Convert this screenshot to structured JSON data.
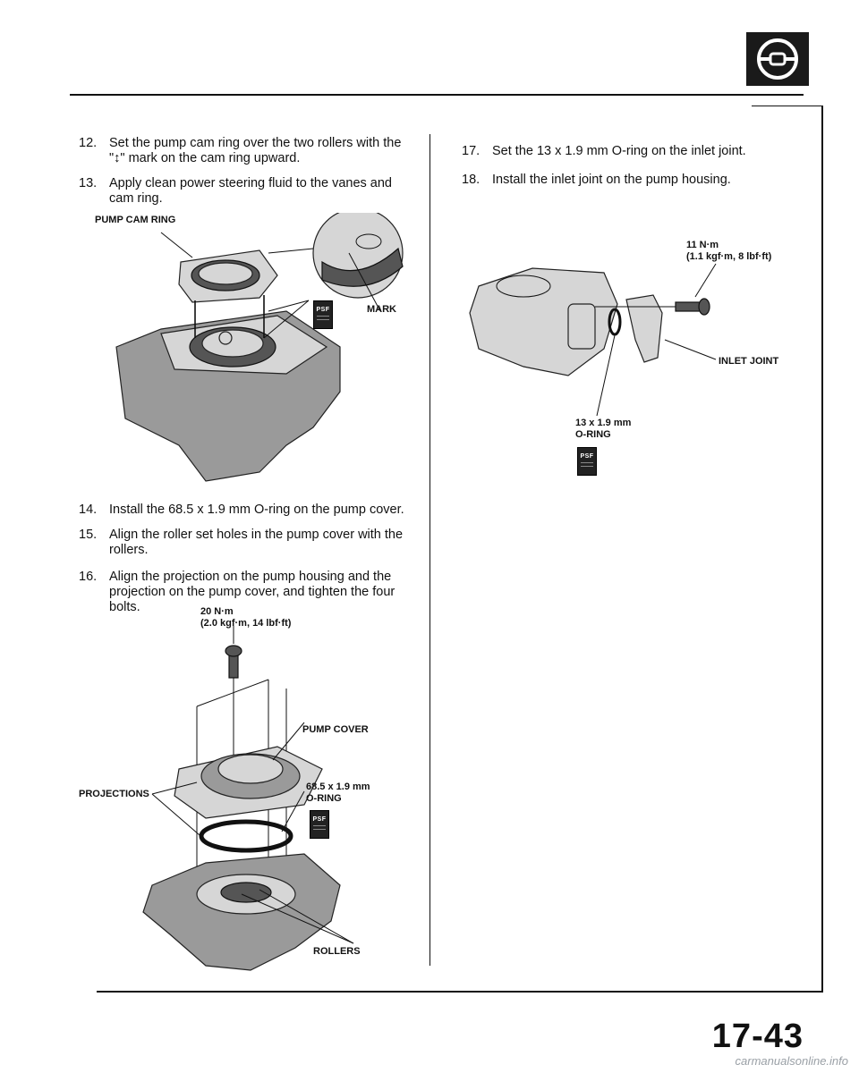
{
  "steps_left_top": [
    {
      "num": "12.",
      "lines": [
        "Set the pump cam ring over the two rollers with the",
        "\"↕\" mark on the cam ring upward."
      ]
    },
    {
      "num": "13.",
      "lines": [
        "Apply clean power steering fluid to the vanes and",
        "cam ring."
      ]
    }
  ],
  "steps_left_mid": [
    {
      "num": "14.",
      "lines": [
        "Install the 68.5 x 1.9 mm O-ring on the pump cover."
      ]
    },
    {
      "num": "15.",
      "lines": [
        "Align the roller set holes in the pump cover with the",
        "rollers."
      ]
    },
    {
      "num": "16.",
      "lines": [
        "Align the projection on the pump housing and the",
        "projection on the pump cover, and tighten the four",
        "bolts."
      ]
    }
  ],
  "steps_right": [
    {
      "num": "17.",
      "lines": [
        "Set the 13 x 1.9 mm O-ring on the inlet joint."
      ]
    },
    {
      "num": "18.",
      "lines": [
        "Install the inlet joint on the pump housing."
      ]
    }
  ],
  "fig1": {
    "pump_cam_ring": "PUMP CAM RING",
    "mark": "MARK",
    "psf": "PSF"
  },
  "fig2": {
    "torque_line1": "20 N·m",
    "torque_line2": "(2.0 kgf·m, 14 lbf·ft)",
    "pump_cover": "PUMP COVER",
    "oring_line1": "68.5 x 1.9 mm",
    "oring_line2": "O-RING",
    "projections": "PROJECTIONS",
    "rollers": "ROLLERS",
    "psf": "PSF"
  },
  "fig3": {
    "torque_line1": "11 N·m",
    "torque_line2": "(1.1 kgf·m, 8 lbf·ft)",
    "inlet_joint": "INLET JOINT",
    "oring_line1": "13 x 1.9 mm",
    "oring_line2": "O-RING",
    "psf": "PSF"
  },
  "page_number": "17-43",
  "watermark": "carmanualsonline.info"
}
